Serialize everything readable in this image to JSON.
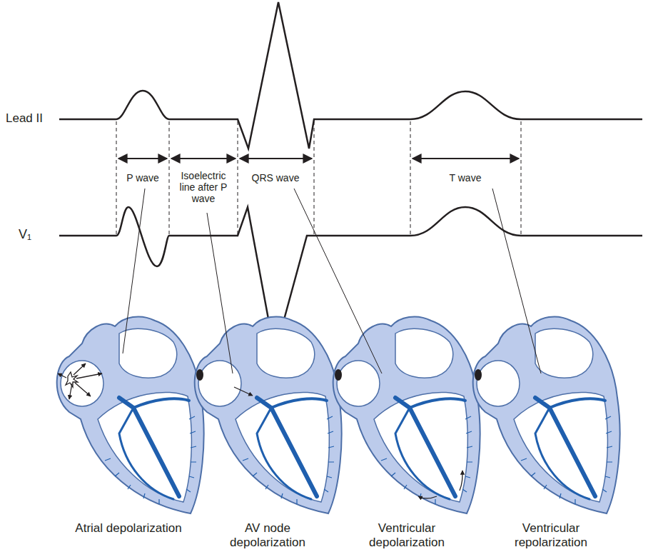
{
  "diagram": {
    "labels": [
      "Lead II",
      "V₁",
      "P wave",
      "Isoelectric line after P wave",
      "QRS wave",
      "T wave",
      "Atrial depolarization",
      "AV node depolarization",
      "Ventricular depolarization",
      "Ventricular repolarization"
    ]
  }
}
